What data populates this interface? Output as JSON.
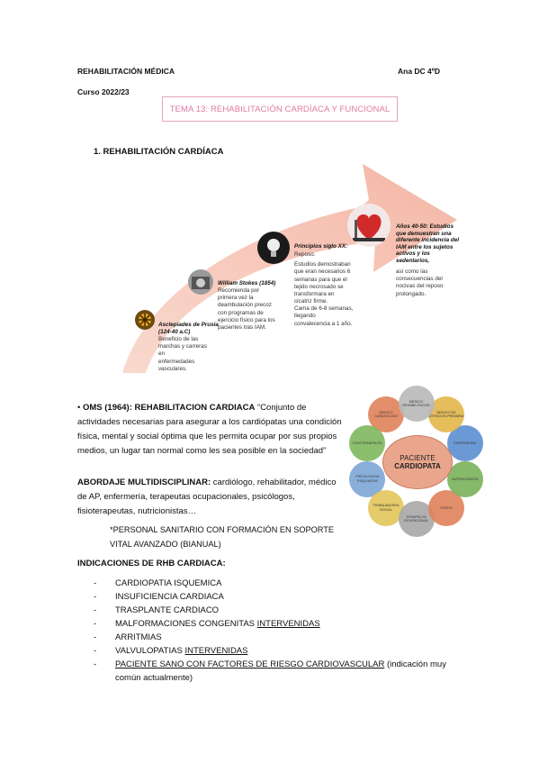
{
  "header": {
    "left": "REHABILITACIÓN MÉDICA",
    "right": "Ana DC 4ºD",
    "course": "Curso 2022/23"
  },
  "title": "TEMA 13: REHABILITACIÓN CARDÍACA Y FUNCIONAL",
  "section1": "1.   REHABILITACIÓN CARDÍACA",
  "timeline": [
    {
      "title": "Asclepiades de Prusia (124-40 a.C)",
      "text": [
        "Beneficio de las",
        "marchas y carreras",
        "en",
        "enfermedades",
        "vasculares."
      ],
      "icon": "asclepiades-icon"
    },
    {
      "title": "William Stokes (1854)",
      "text": [
        "Recomienda por",
        "primera vez la",
        "deambulación precoz",
        "con programas de",
        "ejercicio físico para los",
        "pacientes tras IAM."
      ],
      "icon": "stokes-icon"
    },
    {
      "title": "Principios siglo XX:",
      "text": [
        "Reposo.",
        "",
        "Estudios demostraban",
        "que eran necesarios 6",
        "semanas para que el",
        "tejido necrosado se",
        "transformara en",
        "cicatriz firme.",
        "Cama de 6-8 semanas,",
        "llegando",
        "convalecencia a 1 año."
      ],
      "icon": "bulb-icon"
    },
    {
      "title": "Años 40-50: Estudios que demuestran una diferente incidencia del IAM entre los sujetos activos y los sedentarios,",
      "text": [
        "así como las",
        "consecuencias del",
        "nocivas del reposo",
        "prolongado."
      ],
      "icon": "heart-treadmill-icon"
    }
  ],
  "oms": {
    "bold": "OMS (1964): REHABILITACION CARDIACA",
    "text": "“Conjunto de actividades necesarias para asegurar a los cardiópatas una condición física, mental y social óptima que les permita ocupar por sus propios medios, un lugar tan normal como les sea posible en la sociedad”"
  },
  "abordaje": {
    "bold": "ABORDAJE MULTIDISCIPLINAR:",
    "text": " cardiólogo, rehabilitador, médico de AP, enfermería, terapeutas ocupacionales, psicólogos, fisioterapeutas, nutricionistas…"
  },
  "personal": {
    "line1": "*PERSONAL SANITARIO CON FORMACIÓN EN SOPORTE",
    "line2": "VITAL AVANZADO (BIANUAL)"
  },
  "indicaciones": {
    "heading": "INDICACIONES DE RHB CARDIACA:",
    "items": [
      {
        "text": "CARDIOPATIA ISQUEMICA",
        "u": "",
        "after": ""
      },
      {
        "text": "INSUFICIENCIA CARDIACA",
        "u": "",
        "after": ""
      },
      {
        "text": "TRASPLANTE CARDIACO",
        "u": "",
        "after": ""
      },
      {
        "text": "MALFORMACIONES CONGENITAS ",
        "u": "INTERVENIDAS",
        "after": ""
      },
      {
        "text": "ARRITMIAS",
        "u": "",
        "after": ""
      },
      {
        "text": "VALVULOPATIAS ",
        "u": "INTERVENIDAS",
        "after": ""
      },
      {
        "text": "",
        "u": "PACIENTE SANO CON FACTORES DE RIESGO CARDIOVASCULAR",
        "after": " (indicación muy común actualmente)"
      }
    ]
  },
  "diagram": {
    "center": [
      "PACIENTE",
      "CARDIOPATA"
    ],
    "nodes": [
      {
        "label": "MEDICO REHABILITADOR",
        "color": "#b9b9b9"
      },
      {
        "label": "MEDICO DE ATENCION PRIMARIA",
        "color": "#e3b64a"
      },
      {
        "label": "ENFERMERIA",
        "color": "#5b8fd1"
      },
      {
        "label": "NUTRICIONISTA",
        "color": "#79b25a"
      },
      {
        "label": "OTROS",
        "color": "#e0825a"
      },
      {
        "label": "TERAPEUTA OCUPACIONAL",
        "color": "#a8a8a8"
      },
      {
        "label": "TRABAJADOR/A SOCIAL",
        "color": "#e3c65a"
      },
      {
        "label": "PSICOLOGO/A PSIQUIATRA",
        "color": "#7ea6d6"
      },
      {
        "label": "FISIOTERAPEUTA",
        "color": "#7fb85e"
      },
      {
        "label": "MEDICO CARDIOLOGO",
        "color": "#e0825a"
      }
    ]
  }
}
